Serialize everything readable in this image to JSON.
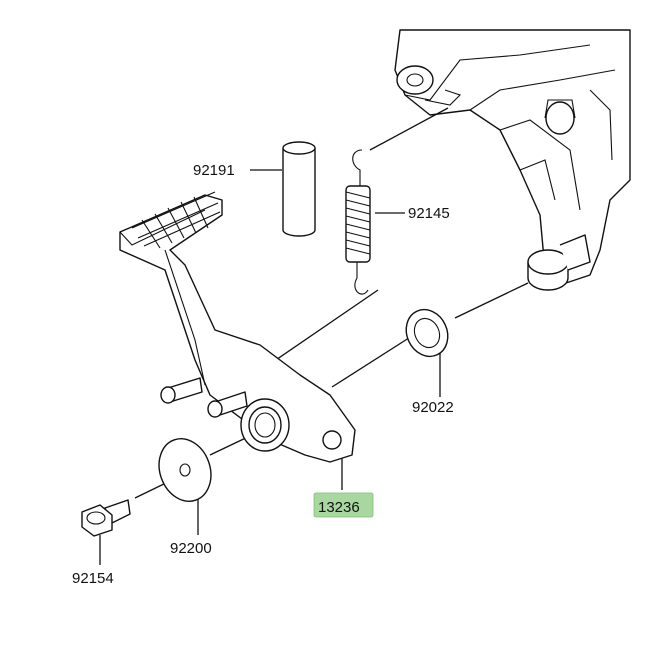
{
  "diagram": {
    "highlight_color": "#a8d8a0",
    "parts": [
      {
        "number": "92191",
        "highlighted": false
      },
      {
        "number": "92145",
        "highlighted": false
      },
      {
        "number": "92022",
        "highlighted": false
      },
      {
        "number": "13236",
        "highlighted": true
      },
      {
        "number": "92200",
        "highlighted": false
      },
      {
        "number": "92154",
        "highlighted": false
      }
    ]
  }
}
